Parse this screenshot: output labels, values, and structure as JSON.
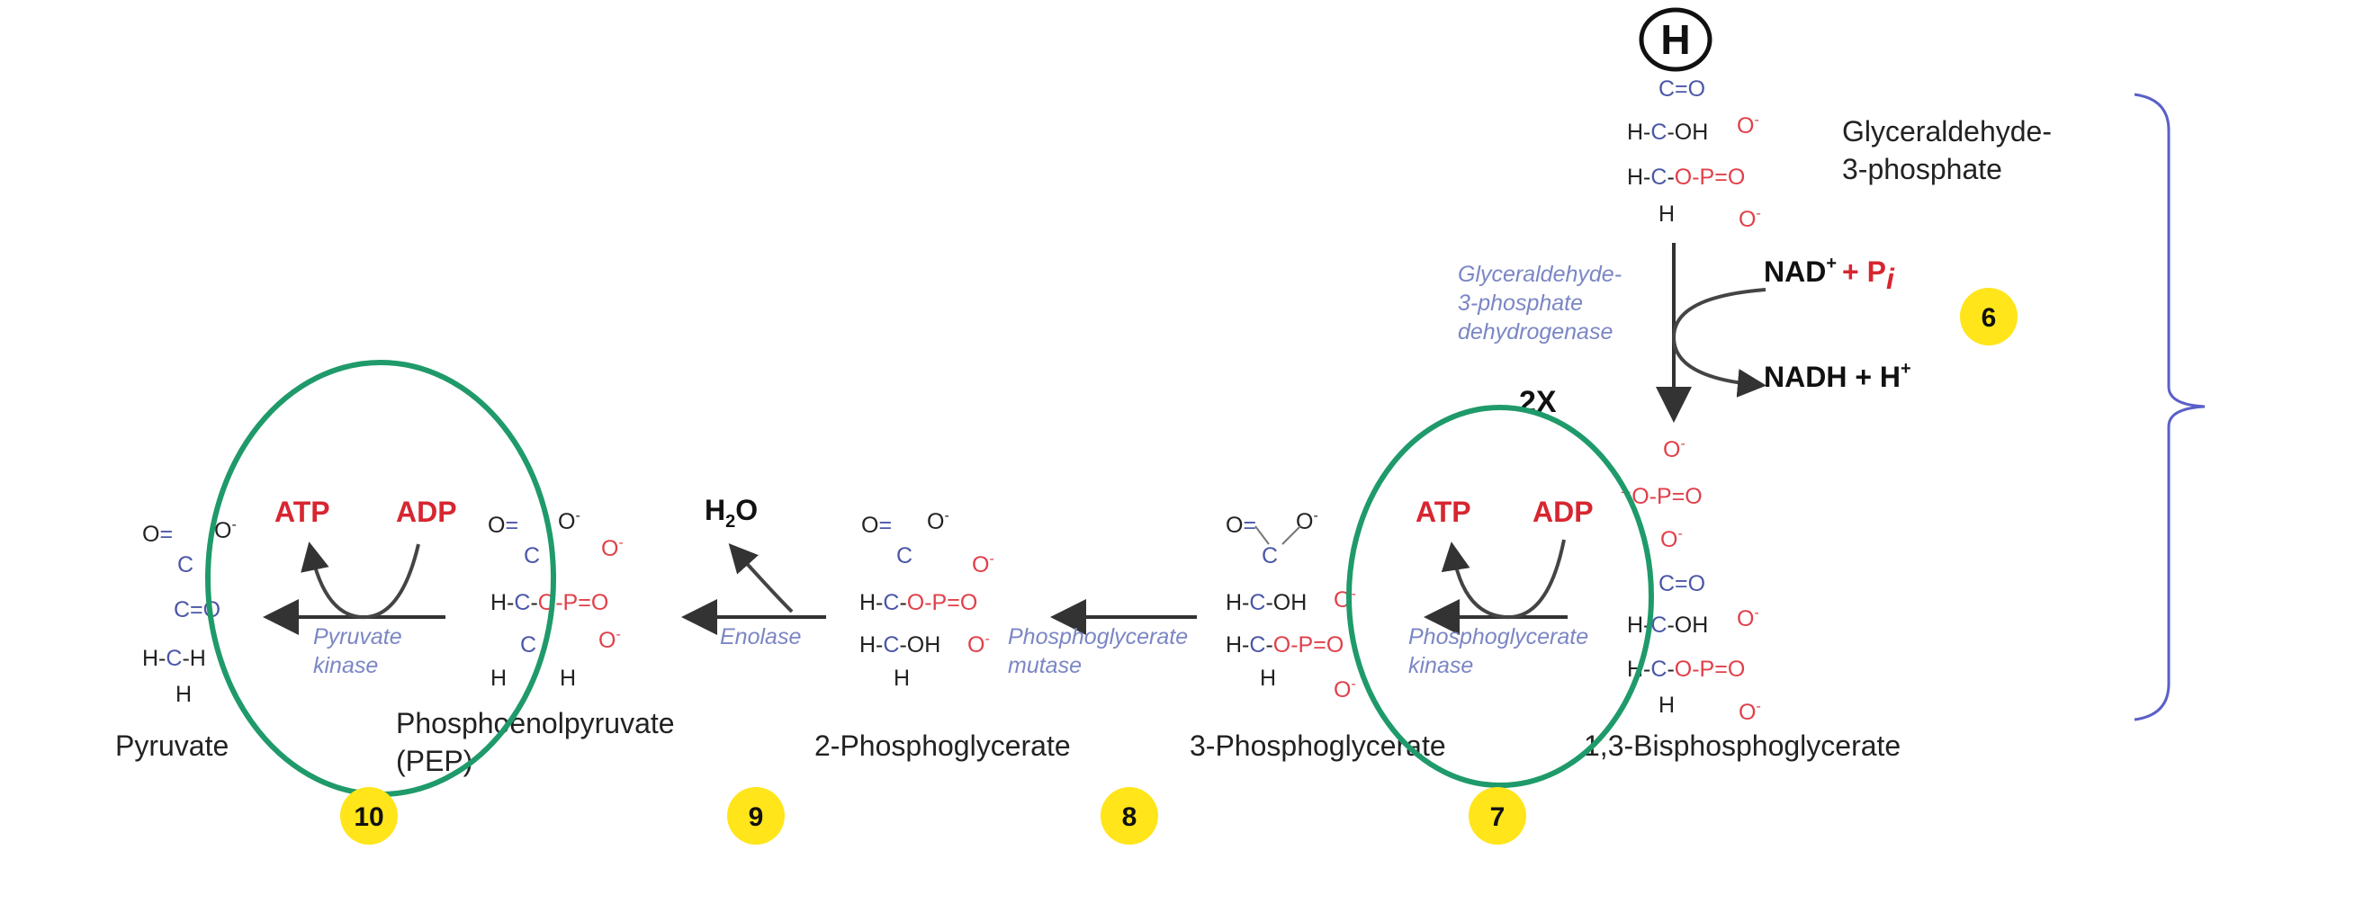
{
  "handwritten_mark": "H",
  "bracket_color": "#5a5fc8",
  "circle_color": "#1f9a6a",
  "badge_color": "#ffe51a",
  "cofactor_color": "#d72631",
  "enzyme_color": "#7b86c4",
  "molecules": {
    "g3p": {
      "name_line1": "Glyceraldehyde-",
      "name_line2": "3-phosphate"
    },
    "bpg": {
      "name": "1,3-Bisphosphoglycerate"
    },
    "pg3": {
      "name": "3-Phosphoglycerate"
    },
    "pg2": {
      "name": "2-Phosphoglycerate"
    },
    "pep": {
      "name_line1": "Phosphoenolpyruvate",
      "name_line2": "(PEP)"
    },
    "pyr": {
      "name": "Pyruvate"
    }
  },
  "enzymes": {
    "g3pdh": {
      "line1": "Glyceraldehyde-",
      "line2": "3-phosphate",
      "line3": "dehydrogenase"
    },
    "pgk": {
      "line1": "Phosphoglycerate",
      "line2": "kinase"
    },
    "pgm": {
      "line1": "Phosphoglycerate",
      "line2": "mutase"
    },
    "enolase": {
      "line1": "Enolase"
    },
    "pk": {
      "line1": "Pyruvate",
      "line2": "kinase"
    }
  },
  "cofactors": {
    "nad": "NAD",
    "nad_charge": "+",
    "plus": "+ P",
    "pi_sub": "i",
    "nadh": "NADH + H",
    "nadh_charge": "+",
    "atp_7": "ATP",
    "adp_7": "ADP",
    "atp_10": "ATP",
    "adp_10": "ADP",
    "h2o_h": "H",
    "h2o_sub": "2",
    "h2o_o": "O"
  },
  "multiplier": "2X",
  "steps": [
    "6",
    "7",
    "8",
    "9",
    "10"
  ]
}
